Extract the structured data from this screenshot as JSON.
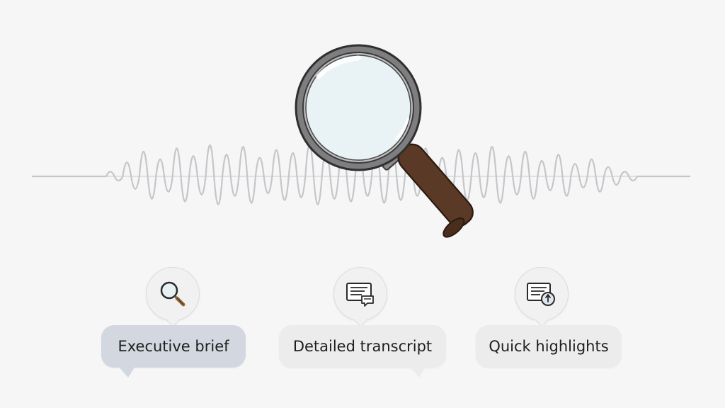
{
  "options": [
    {
      "label": "Executive brief",
      "icon": "magnifier-icon",
      "selected": true
    },
    {
      "label": "Detailed transcript",
      "icon": "transcript-card-icon",
      "selected": false
    },
    {
      "label": "Quick highlights",
      "icon": "highlight-card-icon",
      "selected": false
    }
  ],
  "colors": {
    "background": "#f6f6f6",
    "waveform": "#c4c6ca",
    "selected_bubble": "#d3d8e0",
    "bubble": "#ececec",
    "handle": "#5a3a26",
    "lens_rim": "#7e7e80"
  }
}
